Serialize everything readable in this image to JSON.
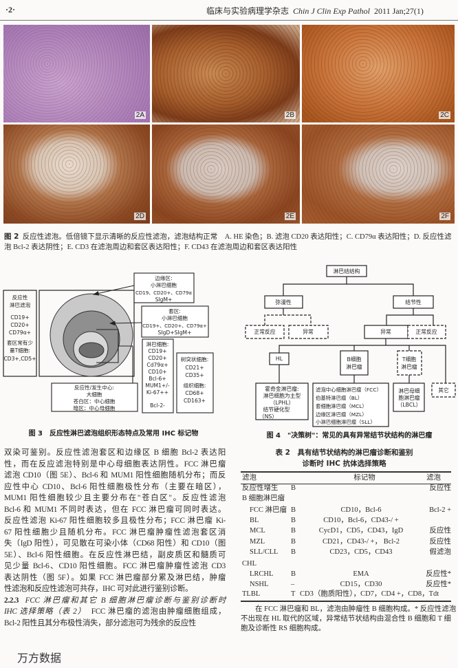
{
  "header": {
    "page": "·2·",
    "journal_cn": "临床与实验病理学杂志",
    "journal_en": "Chin J Clin Exp Pathol",
    "issue": "2011 Jan;27(1)"
  },
  "figure2": {
    "panels": [
      "2A",
      "2B",
      "2C",
      "2D",
      "2E",
      "2F"
    ],
    "caption_label": "图 2",
    "caption_line1": "反应性滤泡。低倍镜下显示清晰的反应性滤泡，滤泡结构正常　A. HE 染色；B. 滤泡 CD20 表达阳性；C. CD79α 表达阳性；D. 反应性滤",
    "caption_line2": "泡 Bcl-2 表达阴性；E. CD3 在滤泡周边和套区表达阳性；F. CD43 在滤泡周边和套区表达阳性"
  },
  "figure3": {
    "left_box": [
      "反应性",
      "淋巴滤泡",
      "CD19+",
      "CD20+",
      "CD79α+",
      "套区常有少",
      "量T细胞:",
      "CD3+,CD5+"
    ],
    "marginal_zone": [
      "边缘区:",
      "小淋巴细胞",
      "CD19、CD20+、CD79α",
      "SIgM+"
    ],
    "mantle_zone": [
      "套区:",
      "小淋巴细胞",
      "CD19+、CD20+、CD79α+",
      "SIgD+SIgM+"
    ],
    "lymphocytes": [
      "淋巴细胞:",
      "CD19+",
      "CD20+",
      "Cd79α+",
      "CD10+",
      "Bcl-6+",
      "MUM1+/-",
      "Ki-67++",
      "Bcl-2-"
    ],
    "dendritic": [
      "树突状细胞:",
      "CD21+",
      "CD35+",
      "组织细胞:",
      "CD68+",
      "CD163+"
    ],
    "germinal_center": [
      "反应性/发生中心:",
      "大细胞",
      "苍白区：中心细胞",
      "暗区：中心母细胞"
    ],
    "caption": "图 3　反应性淋巴滤泡组织形态特点及常用 IHC 标记物"
  },
  "figure4": {
    "root": "淋巴结结构",
    "diffuse": "弥漫性",
    "nodular": "结节性",
    "diffuse_normal": "正常反应",
    "diffuse_abnormal": "异常",
    "nodular_abnormal": "异常",
    "nodular_normal": "正常反应",
    "hl": "HL",
    "b_cell": [
      "B细胞",
      "淋巴瘤"
    ],
    "t_cell": [
      "T细胞",
      "淋巴瘤"
    ],
    "other": "其它",
    "hl_types": [
      "霍奇金淋巴瘤:",
      "淋巴细胞为主型",
      "（LPHL）",
      "结节硬化型",
      "（NS）"
    ],
    "b_types": [
      "滤泡中心细胞淋巴瘤（FCC）",
      "伯基特淋巴瘤（BL）",
      "套细胞淋巴瘤（MCL）",
      "边缘区淋巴瘤（MZL）",
      "小淋巴细胞淋巴瘤（SLL）"
    ],
    "t_types": [
      "淋巴母细",
      "胞淋巴瘤",
      "（LBCL）"
    ],
    "caption": "图 4　\"决策树\"：常见的具有异常结节状结构的淋巴瘤"
  },
  "body_text": {
    "lines": [
      "双染可鉴别。反应性滤泡套区和边缘区 B 细胞 Bcl-2 表达阳",
      "性，而在反应滤泡特别是中心母细胞表达阴性。FCC 淋巴瘤",
      "滤泡 CD10（图 5E）、Bcl-6 和 MUM1 阳性细胞随机分布；而反",
      "应性中心 CD10、Bcl-6 阳性细胞极性分布（主要在暗区），",
      "MUM1 阳性细胞较少且主要分布在\"苍白区\"。反应性滤泡",
      "Bcl-6 和 MUM1 不同时表达，但在 FCC 淋巴瘤可同时表达。",
      "反应性滤泡 Ki-67 阳性细胞较多且极性分布；FCC 淋巴瘤 Ki-",
      "67 阳性细胞少且随机分布。FCC 淋巴瘤肿瘤性滤泡套区消",
      "失（IgD 阳性），可见散在可染小体（CD68 阳性）和 CD10（图",
      "5E）、Bcl-6 阳性细胞。在反应性淋巴结，副皮质区和髓质可",
      "见少量 Bcl-6、CD10 阳性细胞。FCC 淋巴瘤肿瘤性滤泡 CD3",
      "表达阴性（图 5F）。如果 FCC 淋巴瘤部分累及淋巴结，肿瘤",
      "性滤泡和反应性滤泡可共存，IHC 可对此进行鉴别诊断。"
    ],
    "section_number": "2.2.3",
    "section_title": "FCC 淋巴瘤和其它 B 细胞淋巴瘤诊断与鉴别诊断时",
    "section_title2": "IHC 选择策略（表 2）",
    "cont_line1": "FCC 淋巴瘤的滤泡由肿瘤细胞组成，",
    "cont_line2": "Bcl-2 阳性且其分布极性消失，部分滤泡可为残余的反应性",
    "watermark": "万方数据"
  },
  "table2": {
    "title1": "表 2　具有结节状结构的淋巴瘤诊断和鉴别",
    "title2": "诊断时 IHC 抗体选择策略",
    "headers": [
      "滤泡",
      "标记物",
      "滤泡"
    ],
    "rows": [
      {
        "name": "反应性增生",
        "cell": "B",
        "markers": "",
        "follicle": "反应性",
        "indent": false
      },
      {
        "name": "B 细胞淋巴瘤",
        "cell": "",
        "markers": "",
        "follicle": "",
        "indent": false
      },
      {
        "name": "FCC 淋巴瘤",
        "cell": "B",
        "markers": "CD10，Bcl-6",
        "follicle": "Bcl-2 +",
        "indent": true
      },
      {
        "name": "BL",
        "cell": "B",
        "markers": "CD10，Bcl-6，CD43-/ +",
        "follicle": "",
        "indent": true
      },
      {
        "name": "MCL",
        "cell": "B",
        "markers": "CycD1，CD5，CD43，IgD",
        "follicle": "反应性",
        "indent": true
      },
      {
        "name": "MZL",
        "cell": "B",
        "markers": "CD21，CD43-/ +， Bcl-2",
        "follicle": "反应性",
        "indent": true
      },
      {
        "name": "SLL/CLL",
        "cell": "B",
        "markers": "CD23，CD5，CD43",
        "follicle": "假滤泡",
        "indent": true
      },
      {
        "name": "CHL",
        "cell": "",
        "markers": "",
        "follicle": "",
        "indent": false
      },
      {
        "name": "LRCHL",
        "cell": "B",
        "markers": "EMA",
        "follicle": "反应性*",
        "indent": true
      },
      {
        "name": "NSHL",
        "cell": "–",
        "markers": "CD15，CD30",
        "follicle": "反应性*",
        "indent": true
      },
      {
        "name": "TLBL",
        "cell": "T",
        "markers": "CD3（胞质阳性），CD7，CD4 +，CD8，Tdt",
        "follicle": "",
        "indent": false
      }
    ],
    "note": [
      "　　在 FCC 淋巴瘤和 BL，滤泡由肿瘤性 B 细胞构成。* 反应性滤泡",
      "不出现在 HL 取代的区域，异常结节状结构由混合性 B 细胞和 T 细",
      "胞及诊断性 RS 细胞构成。"
    ]
  }
}
